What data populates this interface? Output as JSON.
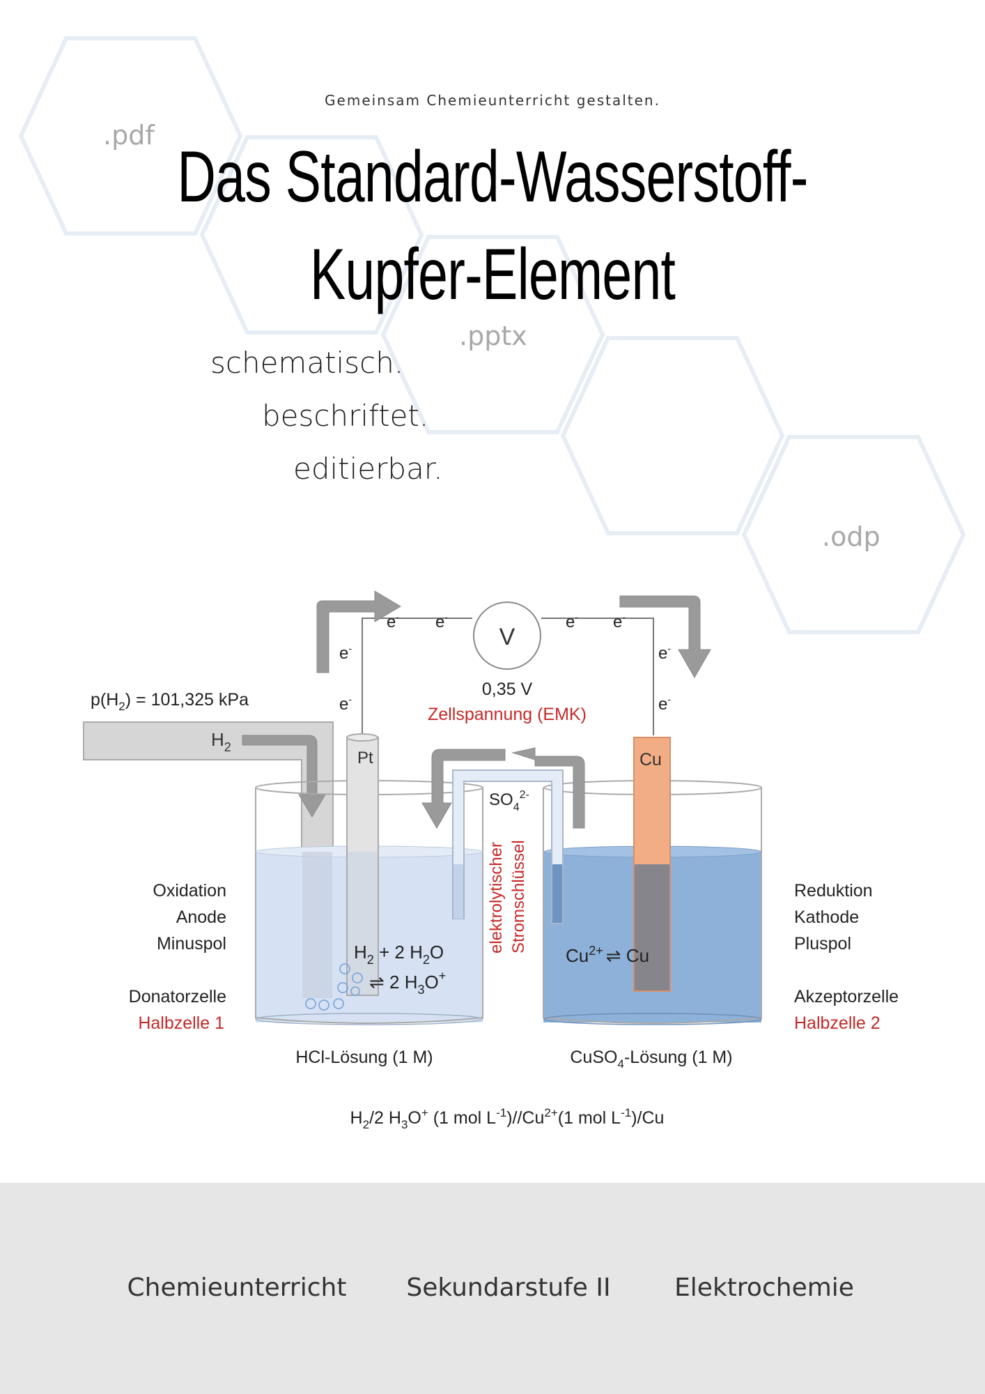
{
  "header": {
    "tagline": "Gemeinsam Chemieunterricht gestalten.",
    "title_line1": "Das Standard-Wasserstoff-",
    "title_line2": "Kupfer-Element",
    "features": [
      "schematisch.",
      "beschriftet.",
      "editierbar."
    ],
    "formats": [
      ".pdf",
      ".pptx",
      ".odp"
    ]
  },
  "diagram": {
    "electron": "e",
    "electron_sup": "-",
    "voltmeter": "V",
    "voltage": "0,35 V",
    "voltage_label": "Zellspannung (EMK)",
    "pressure": {
      "pre": "p(H",
      "sub": "2",
      "post": ") = 101,325 kPa"
    },
    "gas": {
      "main": "H",
      "sub": "2"
    },
    "electrode_left": "Pt",
    "electrode_right": "Cu",
    "salt_ion": {
      "main": "SO",
      "sub": "4",
      "sup": "2-"
    },
    "salt_bridge": [
      "elektrolytischer",
      "Stromschlüssel"
    ],
    "left_props": [
      "Oxidation",
      "Anode",
      "Minuspol"
    ],
    "right_props": [
      "Reduktion",
      "Kathode",
      "Pluspol"
    ],
    "left_cell": {
      "type": "Donatorzelle",
      "name": "Halbzelle 1"
    },
    "right_cell": {
      "type": "Akzeptorzelle",
      "name": "Halbzelle 2"
    },
    "left_reaction": {
      "l1a": "H",
      "l1b": "2",
      "l1c": " + 2 H",
      "l1d": "2",
      "l1e": "O",
      "l2a": "⇌ 2 H",
      "l2b": "3",
      "l2c": "O",
      "l2d": "+"
    },
    "right_reaction": {
      "a": "Cu",
      "b": "2+",
      "c": "⇌ Cu"
    },
    "left_solution": "HCl-Lösung (1 M)",
    "right_solution": {
      "a": "CuSO",
      "b": "4",
      "c": "-Lösung (1 M)"
    },
    "cell_notation": {
      "a": "H",
      "b": "2",
      "c": "/2 H",
      "d": "3",
      "e": "O",
      "f": "+",
      "g": " (1 mol L",
      "h": "-1",
      "i": ")//Cu",
      "j": "2+",
      "k": "(1 mol L",
      "l": "-1",
      "m": ")/Cu"
    }
  },
  "footer": {
    "items": [
      "Chemieunterricht",
      "Sekundarstufe II",
      "Elektrochemie"
    ]
  },
  "colors": {
    "hex_outline": "#e7edf5",
    "accent_red": "#c62828",
    "arrow_grey": "#9a9a9a",
    "solution_left": "#d6e2f3",
    "solution_right": "#8db1d9",
    "copper": "#f2ad85"
  }
}
